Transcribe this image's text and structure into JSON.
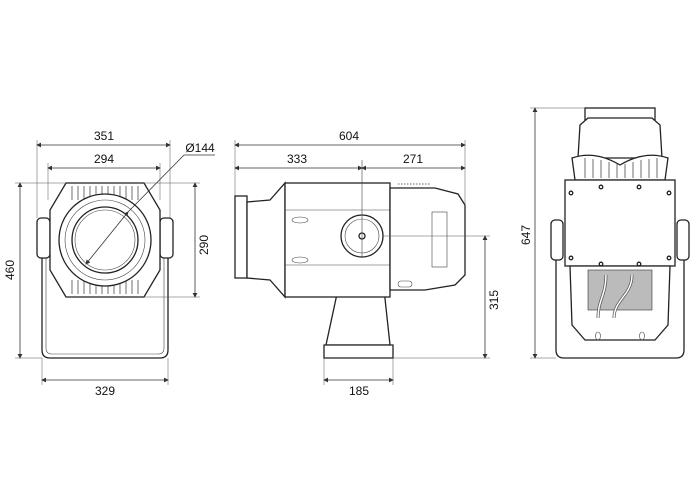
{
  "front_view": {
    "width_overall": "351",
    "width_body": "294",
    "lens_diameter": "Ø144",
    "height_overall": "460",
    "height_body": "290",
    "bracket_width": "329"
  },
  "side_view": {
    "length_overall": "604",
    "front_to_pivot": "333",
    "pivot_to_rear": "271",
    "pivot_height": "315",
    "base_width": "185"
  },
  "rear_view": {
    "height_tilted": "647"
  }
}
